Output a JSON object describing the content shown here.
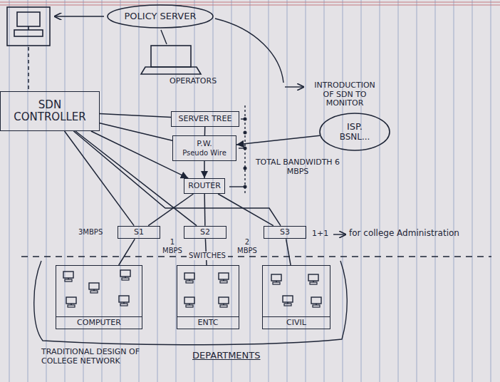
{
  "diagram": {
    "nodes": [
      {
        "text": [
          "POLICY SERVER"
        ]
      },
      {
        "text": [
          "SDN CONTROLLER"
        ]
      },
      {
        "text": [
          "SERVER TREE"
        ]
      },
      {
        "text": [
          "P.W.",
          "Pseudo Wire"
        ]
      },
      {
        "text": [
          "ISP.",
          "BSNL..."
        ]
      },
      {
        "text": [
          "ROUTER"
        ]
      },
      {
        "text": [
          "S1"
        ]
      },
      {
        "text": [
          "S2"
        ]
      },
      {
        "text": [
          "S3"
        ]
      },
      {
        "text": [
          "COMPUTER"
        ]
      },
      {
        "text": [
          "ENTC"
        ]
      },
      {
        "text": [
          "CIVIL"
        ]
      }
    ],
    "edges": [
      {
        "from": 1,
        "to": 2,
        "arrow": "none"
      },
      {
        "from": 1,
        "to": 3,
        "arrow": "none"
      },
      {
        "from": 1,
        "to": 5,
        "arrow": "to"
      },
      {
        "from": 1,
        "to": 6,
        "arrow": "none"
      },
      {
        "from": 1,
        "to": 7,
        "arrow": "none"
      },
      {
        "from": 1,
        "to": 8,
        "arrow": "none"
      },
      {
        "from": 2,
        "to": 3,
        "arrow": "none"
      },
      {
        "from": 4,
        "to": 3,
        "arrow": "to"
      },
      {
        "from": 3,
        "to": 5,
        "arrow": "to"
      },
      {
        "from": 5,
        "to": 6,
        "arrow": "none"
      },
      {
        "from": 5,
        "to": 7,
        "arrow": "none"
      },
      {
        "from": 5,
        "to": 8,
        "arrow": "none"
      },
      {
        "from": 6,
        "to": 9,
        "arrow": "none"
      },
      {
        "from": 7,
        "to": 10,
        "arrow": "none"
      },
      {
        "from": 8,
        "to": 11,
        "arrow": "none"
      }
    ],
    "labels": [
      "OPERATORS",
      "INTRODUCTION OF SDN TO MONITOR",
      "TOTAL BANDWIDTH 6 MBPS",
      "3MBPS",
      "1 MBPS",
      "2 MBPS",
      "1+1",
      "for college Administration",
      "SWITCHES",
      "TRADITIONAL DESIGN OF COLLEGE NETWORK",
      "DEPARTMENTS"
    ]
  }
}
